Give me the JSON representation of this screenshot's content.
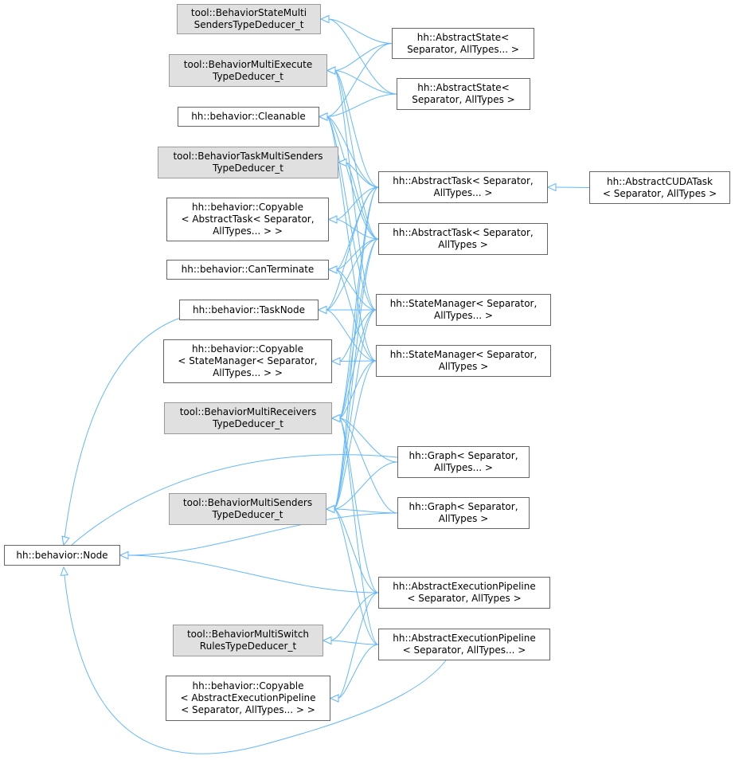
{
  "colors": {
    "edge": "#63b8ff",
    "node_border": "#666666",
    "external_fill": "#e0e0e0"
  },
  "nodes": {
    "state_multi_senders": {
      "lines": [
        "tool::BehaviorStateMulti",
        "SendersTypeDeducer_t"
      ],
      "external": true
    },
    "multi_execute": {
      "lines": [
        "tool::BehaviorMultiExecute",
        "TypeDeducer_t"
      ],
      "external": true
    },
    "cleanable": {
      "lines": [
        "hh::behavior::Cleanable"
      ],
      "external": false
    },
    "task_multi_senders": {
      "lines": [
        "tool::BehaviorTaskMultiSenders",
        "TypeDeducer_t"
      ],
      "external": true
    },
    "copyable_task": {
      "lines": [
        "hh::behavior::Copyable",
        "< AbstractTask< Separator,",
        "AllTypes... > >"
      ],
      "external": false
    },
    "can_terminate": {
      "lines": [
        "hh::behavior::CanTerminate"
      ],
      "external": false
    },
    "task_node": {
      "lines": [
        "hh::behavior::TaskNode"
      ],
      "external": false
    },
    "copyable_sm": {
      "lines": [
        "hh::behavior::Copyable",
        "< StateManager< Separator,",
        "AllTypes... > >"
      ],
      "external": false
    },
    "multi_receivers": {
      "lines": [
        "tool::BehaviorMultiReceivers",
        "TypeDeducer_t"
      ],
      "external": true
    },
    "multi_senders": {
      "lines": [
        "tool::BehaviorMultiSenders",
        "TypeDeducer_t"
      ],
      "external": true
    },
    "node": {
      "lines": [
        "hh::behavior::Node"
      ],
      "external": false
    },
    "multi_switch": {
      "lines": [
        "tool::BehaviorMultiSwitch",
        "RulesTypeDeducer_t"
      ],
      "external": true
    },
    "copyable_aep": {
      "lines": [
        "hh::behavior::Copyable",
        "< AbstractExecutionPipeline",
        "< Separator, AllTypes... > >"
      ],
      "external": false
    },
    "abstract_state_v": {
      "lines": [
        "hh::AbstractState<",
        "Separator, AllTypes... >"
      ],
      "external": false
    },
    "abstract_state": {
      "lines": [
        "hh::AbstractState<",
        "Separator, AllTypes >"
      ],
      "external": false
    },
    "abstract_task_v": {
      "lines": [
        "hh::AbstractTask< Separator,",
        "AllTypes... >"
      ],
      "external": false
    },
    "abstract_task": {
      "lines": [
        "hh::AbstractTask< Separator,",
        "AllTypes >"
      ],
      "external": false
    },
    "state_manager_v": {
      "lines": [
        "hh::StateManager< Separator,",
        "AllTypes... >"
      ],
      "external": false
    },
    "state_manager": {
      "lines": [
        "hh::StateManager< Separator,",
        "AllTypes >"
      ],
      "external": false
    },
    "graph_v": {
      "lines": [
        "hh::Graph< Separator,",
        "AllTypes... >"
      ],
      "external": false
    },
    "graph": {
      "lines": [
        "hh::Graph< Separator,",
        "AllTypes >"
      ],
      "external": false
    },
    "aep": {
      "lines": [
        "hh::AbstractExecutionPipeline",
        "< Separator, AllTypes >"
      ],
      "external": false
    },
    "aep_v": {
      "lines": [
        "hh::AbstractExecutionPipeline",
        "< Separator, AllTypes... >"
      ],
      "external": false
    },
    "abstract_cuda_task": {
      "lines": [
        "hh::AbstractCUDATask",
        "< Separator, AllTypes >"
      ],
      "external": false
    }
  },
  "edges": [
    [
      "abstract_state_v",
      "state_multi_senders"
    ],
    [
      "abstract_state_v",
      "multi_execute"
    ],
    [
      "abstract_state_v",
      "cleanable"
    ],
    [
      "abstract_state",
      "state_multi_senders"
    ],
    [
      "abstract_state",
      "multi_execute"
    ],
    [
      "abstract_state",
      "cleanable"
    ],
    [
      "abstract_task_v",
      "multi_execute"
    ],
    [
      "abstract_task_v",
      "cleanable"
    ],
    [
      "abstract_task_v",
      "task_multi_senders"
    ],
    [
      "abstract_task_v",
      "copyable_task"
    ],
    [
      "abstract_task_v",
      "can_terminate"
    ],
    [
      "abstract_task_v",
      "task_node"
    ],
    [
      "abstract_task_v",
      "multi_receivers"
    ],
    [
      "abstract_task_v",
      "multi_senders"
    ],
    [
      "abstract_task",
      "multi_execute"
    ],
    [
      "abstract_task",
      "cleanable"
    ],
    [
      "abstract_task",
      "task_multi_senders"
    ],
    [
      "abstract_task",
      "copyable_task"
    ],
    [
      "abstract_task",
      "can_terminate"
    ],
    [
      "abstract_task",
      "task_node"
    ],
    [
      "abstract_task",
      "multi_receivers"
    ],
    [
      "abstract_task",
      "multi_senders"
    ],
    [
      "abstract_cuda_task",
      "abstract_task_v"
    ],
    [
      "state_manager_v",
      "multi_execute"
    ],
    [
      "state_manager_v",
      "cleanable"
    ],
    [
      "state_manager_v",
      "can_terminate"
    ],
    [
      "state_manager_v",
      "task_node"
    ],
    [
      "state_manager_v",
      "copyable_sm"
    ],
    [
      "state_manager_v",
      "multi_receivers"
    ],
    [
      "state_manager_v",
      "multi_senders"
    ],
    [
      "state_manager",
      "cleanable"
    ],
    [
      "state_manager",
      "can_terminate"
    ],
    [
      "state_manager",
      "task_node"
    ],
    [
      "state_manager",
      "copyable_sm"
    ],
    [
      "state_manager",
      "multi_receivers"
    ],
    [
      "state_manager",
      "multi_senders"
    ],
    [
      "graph_v",
      "node"
    ],
    [
      "graph_v",
      "multi_receivers"
    ],
    [
      "graph_v",
      "multi_senders"
    ],
    [
      "graph",
      "node"
    ],
    [
      "graph",
      "multi_receivers"
    ],
    [
      "graph",
      "multi_senders"
    ],
    [
      "aep",
      "node"
    ],
    [
      "aep",
      "multi_receivers"
    ],
    [
      "aep",
      "multi_senders"
    ],
    [
      "aep",
      "multi_switch"
    ],
    [
      "aep",
      "copyable_aep"
    ],
    [
      "aep_v",
      "node"
    ],
    [
      "aep_v",
      "multi_receivers"
    ],
    [
      "aep_v",
      "multi_senders"
    ],
    [
      "aep_v",
      "multi_switch"
    ],
    [
      "aep_v",
      "copyable_aep"
    ],
    [
      "task_node",
      "node"
    ]
  ]
}
